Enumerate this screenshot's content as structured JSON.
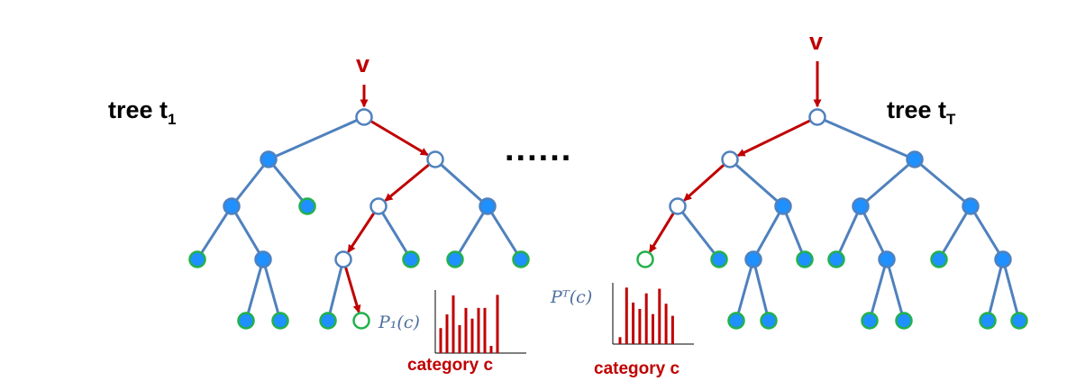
{
  "left_tree": {
    "title_main": "tree t",
    "title_sub": "1",
    "input_label": "v",
    "prob_label": "P₁(c)",
    "xlabel": "category c",
    "histogram": [
      0.42,
      0.65,
      0.97,
      0.47,
      0.76,
      0.58,
      0.76,
      0.76,
      0.12,
      0.98
    ]
  },
  "right_tree": {
    "title_main": "tree t",
    "title_sub": "T",
    "input_label": "v",
    "prob_label": "Pᵀ(c)",
    "xlabel": "category c",
    "histogram": [
      0.12,
      0.98,
      0.72,
      0.61,
      0.88,
      0.52,
      0.96,
      0.7,
      0.49
    ]
  },
  "ellipsis": "......",
  "colors": {
    "edge": "#4f81bd",
    "path": "#c00000",
    "internal_node": "#1e90ff",
    "leaf_node": "#1e90ff",
    "leaf_ring": "#22b14c",
    "path_node_fill": "#ffffff",
    "path_leaf_ring": "#22b14c",
    "prob_label": "#4f6f9f"
  }
}
